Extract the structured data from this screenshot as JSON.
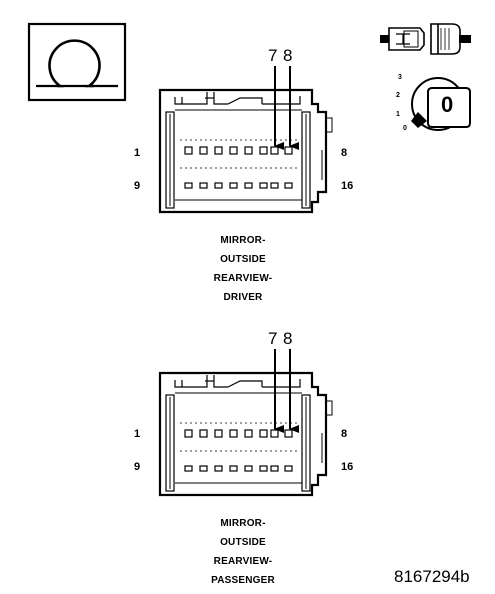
{
  "symbols": {
    "ohm_icon": "ohm-icon",
    "key_fob_icon": "key-fob-icon",
    "ignition_switch_icon": "ignition-switch-icon"
  },
  "ignition": {
    "positions": [
      "3",
      "2",
      "1",
      "0"
    ],
    "current_position": "0"
  },
  "connectors": [
    {
      "caption_lines": [
        "MIRROR-",
        "OUTSIDE",
        "REARVIEW-",
        "DRIVER"
      ],
      "pin_labels": {
        "top_left": "1",
        "top_right": "8",
        "bottom_left": "9",
        "bottom_right": "16"
      },
      "probe_pins": [
        "7",
        "8"
      ]
    },
    {
      "caption_lines": [
        "MIRROR-",
        "OUTSIDE",
        "REARVIEW-",
        "PASSENGER"
      ],
      "pin_labels": {
        "top_left": "1",
        "top_right": "8",
        "bottom_left": "9",
        "bottom_right": "16"
      },
      "probe_pins": [
        "7",
        "8"
      ]
    }
  ],
  "figure_id": "8167294b",
  "colors": {
    "line": "#000000",
    "background": "#ffffff"
  }
}
